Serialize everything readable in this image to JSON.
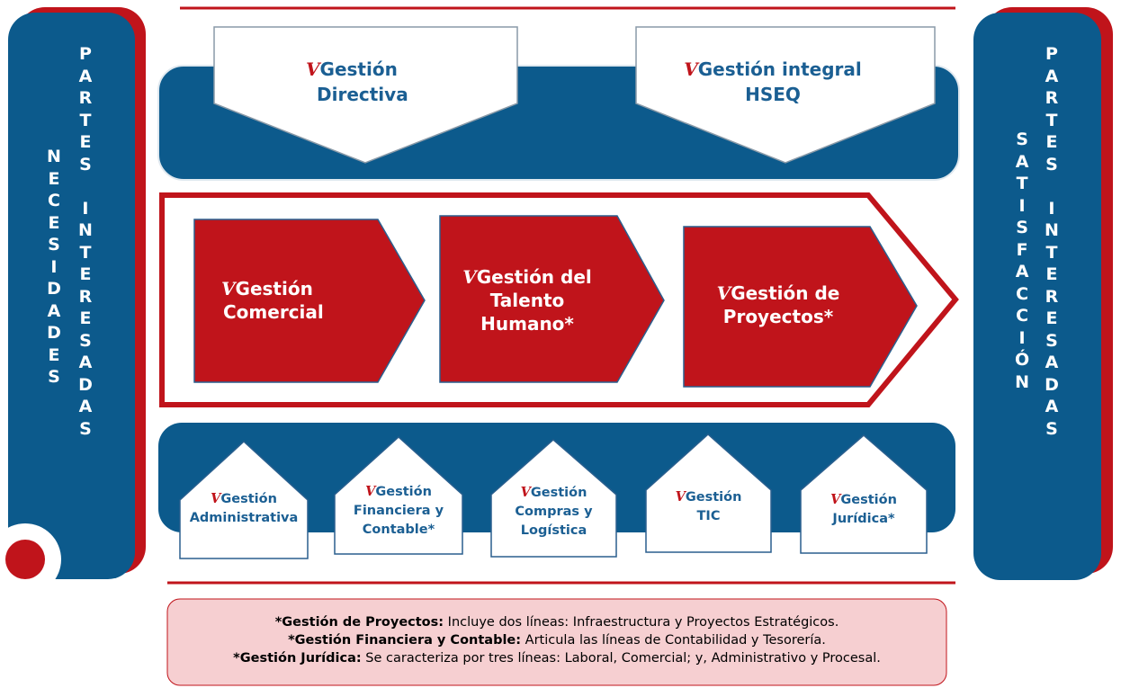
{
  "left_panel": {
    "outer": [
      "N",
      "E",
      "C",
      "E",
      "S",
      "I",
      "D",
      "A",
      "D",
      "E",
      "S"
    ],
    "inner": [
      "P",
      "A",
      "R",
      "T",
      "E",
      "S",
      " ",
      "I",
      "N",
      "T",
      "E",
      "R",
      "E",
      "S",
      "A",
      "D",
      "A",
      "S"
    ]
  },
  "right_panel": {
    "outer": [
      "S",
      "A",
      "T",
      "I",
      "S",
      "F",
      "A",
      "C",
      "C",
      "I",
      "Ó",
      "N"
    ],
    "inner": [
      "P",
      "A",
      "R",
      "T",
      "E",
      "S",
      " ",
      "I",
      "N",
      "T",
      "E",
      "R",
      "E",
      "S",
      "A",
      "D",
      "A",
      "S"
    ]
  },
  "strategic": [
    {
      "line1": "Gestión",
      "line2": "Directiva"
    },
    {
      "line1": "Gestión integral",
      "line2": "HSEQ"
    }
  ],
  "mission": [
    {
      "line1": "Gestión",
      "line2": "Comercial",
      "line3": ""
    },
    {
      "line1": "Gestión del",
      "line2": "Talento",
      "line3": "Humano*"
    },
    {
      "line1": "Gestión de",
      "line2": "Proyectos*",
      "line3": ""
    }
  ],
  "support": [
    {
      "line1": "Gestión",
      "line2": "Administrativa",
      "line3": ""
    },
    {
      "line1": "Gestión",
      "line2": "Financiera y",
      "line3": "Contable*"
    },
    {
      "line1": "Gestión",
      "line2": "Compras y",
      "line3": "Logística"
    },
    {
      "line1": "Gestión",
      "line2": "TIC",
      "line3": ""
    },
    {
      "line1": "Gestión",
      "line2": "Jurídica*",
      "line3": ""
    }
  ],
  "notes": [
    {
      "bold": "*Gestión de Proyectos:",
      "text": " Incluye dos líneas: Infraestructura y Proyectos Estratégicos."
    },
    {
      "bold": "*Gestión Financiera y Contable:",
      "text": " Articula las líneas de Contabilidad y Tesorería."
    },
    {
      "bold": "*Gestión Jurídica:",
      "text": " Se caracteriza por tres líneas: Laboral, Comercial; y, Administrativo y Procesal."
    }
  ],
  "colors": {
    "blue": "#0c5a8c",
    "red": "#c0141b",
    "pink": "#f6cfd1"
  }
}
